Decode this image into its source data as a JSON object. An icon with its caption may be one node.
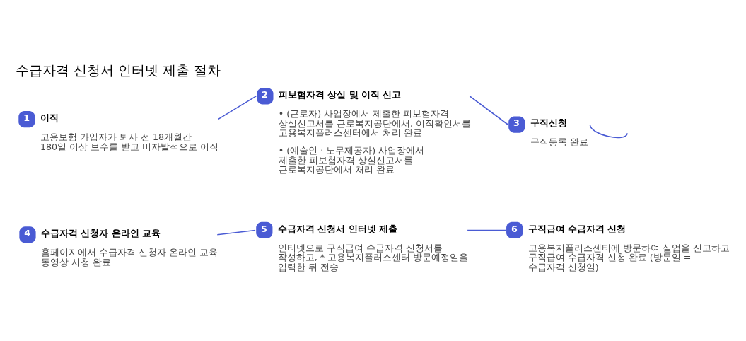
{
  "diagram": {
    "title": "수급자격 신청서 인터넷 제출 절차",
    "nodes": [
      {
        "text": [
          "1",
          "이직",
          "고용보험 가입자가 퇴사 전 18개월간 180일 이상 보수를 받고 비자발적으로 이직"
        ]
      },
      {
        "text": [
          "2",
          "피보험자격 상실 및 이직 신고",
          "• (근로자) 사업장에서 제출한 피보험자격 상실신고서를 근로복지공단에서, 이직확인서를 고용복지플러스센터에서 처리 완료",
          "• (예술인 · 노무제공자) 사업장에서 제출한 피보험자격 상실신고서를 근로복지공단에서 처리 완료"
        ]
      },
      {
        "text": [
          "3",
          "구직신청",
          "구직등록 완료"
        ]
      },
      {
        "text": [
          "4",
          "수급자격 신청자 온라인 교육",
          "홈페이지에서 수급자격 신청자 온라인 교육 동영상 시청 완료"
        ]
      },
      {
        "text": [
          "5",
          "수급자격 신청서 인터넷 제출",
          "인터넷으로 구직급여 수급자격 신청서를 작성하고, * 고용복지플러스센터 방문예정일을 입력한 뒤 전송"
        ]
      },
      {
        "text": [
          "6",
          "구직급여 수급자격 신청",
          "고용복지플러스센터에 방문하여 실업을 신고하고 구직급여 수급자격 신청 완료 (방문일 = 수급자격 신청일)"
        ]
      }
    ],
    "edges": [
      {
        "from": 0,
        "to": 1,
        "arrow": "none"
      },
      {
        "from": 1,
        "to": 2,
        "arrow": "none"
      },
      {
        "from": 2,
        "to": null,
        "arrow": "none"
      },
      {
        "from": 3,
        "to": 4,
        "arrow": "none"
      },
      {
        "from": 4,
        "to": 5,
        "arrow": "none"
      }
    ]
  }
}
